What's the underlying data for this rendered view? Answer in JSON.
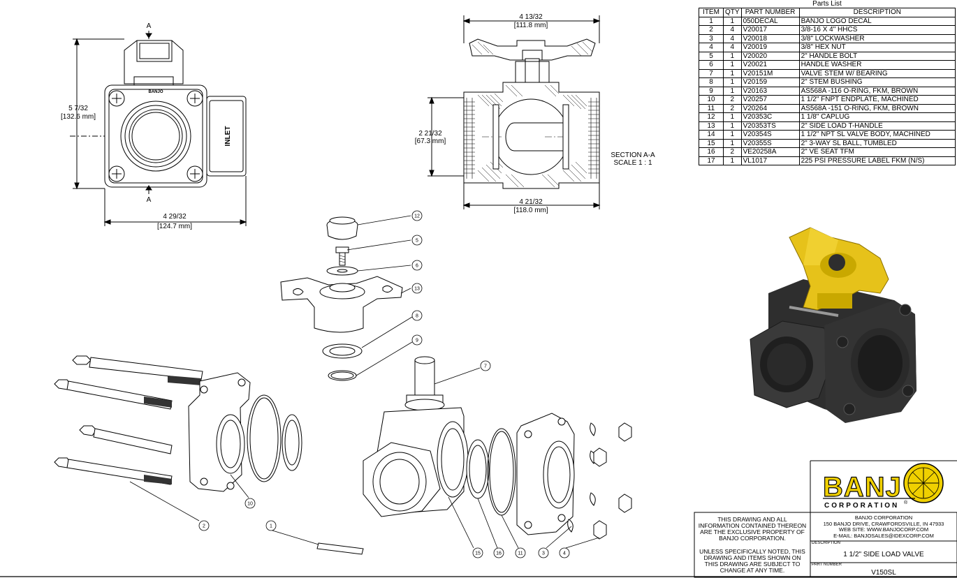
{
  "top_view": {
    "section_mark_top": "A",
    "section_mark_bottom": "A",
    "height_dim_in": "5 7/32",
    "height_dim_mm": "[132.6 mm]",
    "width_dim_in": "4 29/32",
    "width_dim_mm": "[124.7 mm]",
    "logo_text": "BANJO",
    "inlet_label": "INLET"
  },
  "section_view": {
    "top_dim_in": "4 13/32",
    "top_dim_mm": "[111.8 mm]",
    "left_dim_in": "2 21/32",
    "left_dim_mm": "[67.3 mm]",
    "bottom_dim_in": "4 21/32",
    "bottom_dim_mm": "[118.0 mm]",
    "title": "SECTION A-A",
    "scale": "SCALE 1 : 1"
  },
  "balloons": {
    "b12": "12",
    "b5": "5",
    "b6": "6",
    "b13": "13",
    "b8": "8",
    "b9": "9",
    "b7": "7",
    "b10": "10",
    "b2": "2",
    "b1": "1",
    "b15": "15",
    "b16": "16",
    "b11": "11",
    "b3": "3",
    "b4": "4"
  },
  "parts_list": {
    "caption": "Parts List",
    "headers": [
      "ITEM",
      "QTY",
      "PART NUMBER",
      "DESCRIPTION"
    ],
    "rows": [
      [
        "1",
        "1",
        "050DECAL",
        "BANJO LOGO DECAL"
      ],
      [
        "2",
        "4",
        "V20017",
        "3/8-16 X 4\" HHCS"
      ],
      [
        "3",
        "4",
        "V20018",
        "3/8\" LOCKWASHER"
      ],
      [
        "4",
        "4",
        "V20019",
        "3/8\" HEX NUT"
      ],
      [
        "5",
        "1",
        "V20020",
        "2\" HANDLE BOLT"
      ],
      [
        "6",
        "1",
        "V20021",
        "HANDLE WASHER"
      ],
      [
        "7",
        "1",
        "V20151M",
        "VALVE STEM W/ BEARING"
      ],
      [
        "8",
        "1",
        "V20159",
        "2\" STEM BUSHING"
      ],
      [
        "9",
        "1",
        "V20163",
        "AS568A -116 O-RING, FKM, BROWN"
      ],
      [
        "10",
        "2",
        "V20257",
        "1 1/2\" FNPT ENDPLATE, MACHINED"
      ],
      [
        "11",
        "2",
        "V20264",
        "AS568A -151 O-RING, FKM, BROWN"
      ],
      [
        "12",
        "1",
        "V20353C",
        "1 1/8\" CAPLUG"
      ],
      [
        "13",
        "1",
        "V20353TS",
        "2\" SIDE LOAD T-HANDLE"
      ],
      [
        "14",
        "1",
        "V20354S",
        "1 1/2\" NPT SL VALVE BODY, MACHINED"
      ],
      [
        "15",
        "1",
        "V20355S",
        "2\" 3-WAY SL BALL, TUMBLED"
      ],
      [
        "16",
        "2",
        "VE20258A",
        "2\" VE SEAT TFM"
      ],
      [
        "17",
        "1",
        "VL1017",
        "225 PSI PRESSURE LABEL FKM (N/S)"
      ]
    ]
  },
  "title_block": {
    "notice1": [
      "THIS DRAWING AND ALL",
      "INFORMATION CONTAINED THEREON",
      "ARE THE EXCLUSIVE PROPERTY OF",
      "BANJO CORPORATION."
    ],
    "notice2": [
      "UNLESS SPECIFICALLY NOTED, THIS",
      "DRAWING AND ITEMS SHOWN ON",
      "THIS DRAWING ARE SUBJECT TO",
      "CHANGE AT ANY TIME."
    ],
    "company": [
      "BANJO CORPORATION",
      "150 BANJO DRIVE, CRAWFORDSVILLE, IN 47933",
      "WEB SITE: WWW.BANJOCORP.COM",
      "E-MAIL: BANJOSALES@IDEXCORP.COM"
    ],
    "description_label": "DESCRIPTION",
    "description": "1 1/2\" SIDE LOAD VALVE",
    "part_number_label": "PART NUMBER",
    "part_number": "V150SL",
    "logo_word": "BANJ",
    "logo_sub": "CORPORATION",
    "logo_reg": "®"
  },
  "colors": {
    "handle_yellow": "#e6c21a",
    "body_dark": "#333333",
    "line": "#000000"
  }
}
